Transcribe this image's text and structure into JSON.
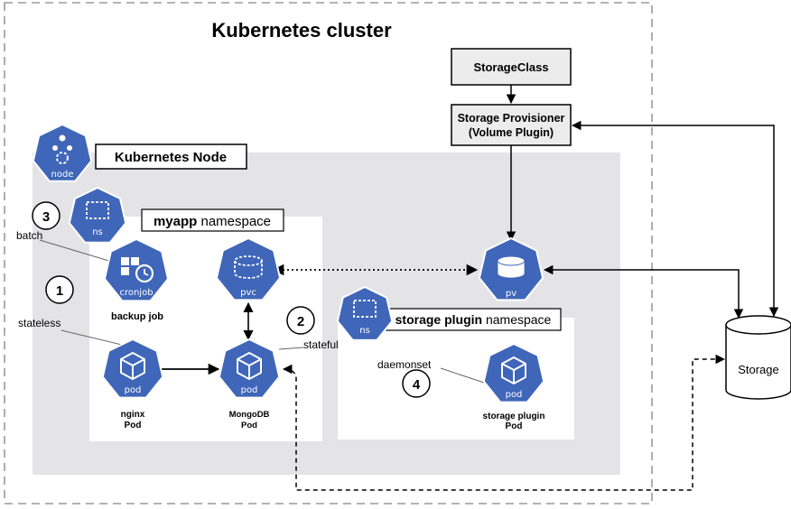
{
  "title": "Kubernetes cluster",
  "node": {
    "title": "Kubernetes Node",
    "icon": "node"
  },
  "myapp_ns": {
    "name_bold": "myapp",
    "name_rest": " namespace",
    "icon": "ns"
  },
  "storage_ns": {
    "name_bold": "storage plugin",
    "name_rest": " namespace",
    "icon": "ns"
  },
  "storage_class": "StorageClass",
  "provisioner": {
    "line1": "Storage Provisioner",
    "line2": "(Volume Plugin)"
  },
  "storage": "Storage",
  "icons": {
    "cronjob": "cronjob",
    "pvc": "pvc",
    "pv": "pv",
    "pod_nginx": "pod",
    "pod_mongo": "pod",
    "pod_storage": "pod"
  },
  "labels": {
    "backup_job": "backup job",
    "nginx": {
      "line1": "nginx",
      "line2": "Pod"
    },
    "mongo": {
      "line1": "MongoDB",
      "line2": "Pod"
    },
    "storage_pod": {
      "line1": "storage plugin",
      "line2": "Pod"
    }
  },
  "annotations": {
    "batch": "batch",
    "stateless": "stateless",
    "stateful": "stateful",
    "daemonset": "daemonset"
  },
  "numbers": [
    "1",
    "2",
    "3",
    "4"
  ],
  "colors": {
    "icon_blue": "#3f66b8",
    "node_gray": "#e4e4e6",
    "box_gray": "#ececec"
  }
}
